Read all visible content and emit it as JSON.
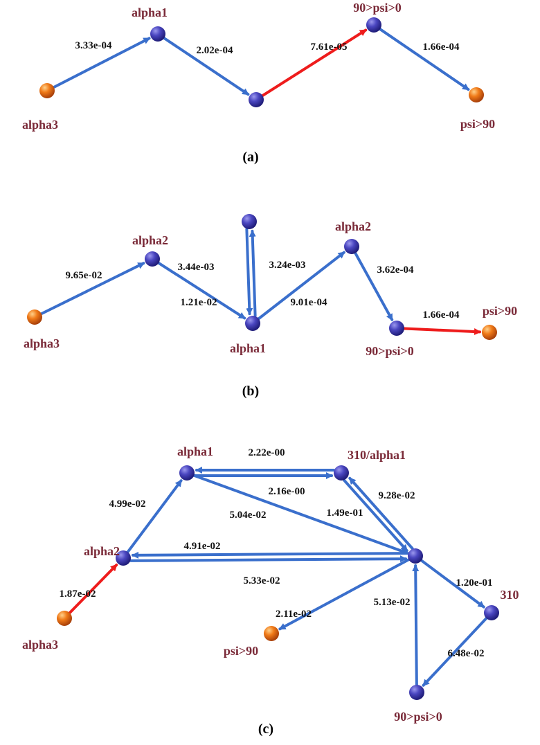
{
  "colors": {
    "edge": "#3a6fcc",
    "edge_highlight": "#ee1c1c",
    "node_blue": "#3d3aa8",
    "node_orange": "#e86a10",
    "label_text": "#7a2a38"
  },
  "panels": [
    {
      "id": "a",
      "caption": "(a)",
      "nodes": [
        {
          "id": "alpha3",
          "label": "alpha3",
          "kind": "orange"
        },
        {
          "id": "alpha1",
          "label": "alpha1",
          "kind": "blue"
        },
        {
          "id": "mid",
          "label": "",
          "kind": "blue"
        },
        {
          "id": "p90psi0",
          "label": "90>psi>0",
          "kind": "blue"
        },
        {
          "id": "psi90",
          "label": "psi>90",
          "kind": "orange"
        }
      ],
      "edges": [
        {
          "from": "alpha3",
          "to": "alpha1",
          "label": "3.33e-04",
          "highlight": false
        },
        {
          "from": "alpha1",
          "to": "mid",
          "label": "2.02e-04",
          "highlight": false
        },
        {
          "from": "mid",
          "to": "p90psi0",
          "label": "7.61e-05",
          "highlight": true
        },
        {
          "from": "p90psi0",
          "to": "psi90",
          "label": "1.66e-04",
          "highlight": false
        }
      ]
    },
    {
      "id": "b",
      "caption": "(b)",
      "nodes": [
        {
          "id": "alpha3",
          "label": "alpha3",
          "kind": "orange"
        },
        {
          "id": "alpha2a",
          "label": "alpha2",
          "kind": "blue"
        },
        {
          "id": "top",
          "label": "",
          "kind": "blue"
        },
        {
          "id": "alpha1",
          "label": "alpha1",
          "kind": "blue"
        },
        {
          "id": "alpha2b",
          "label": "alpha2",
          "kind": "blue"
        },
        {
          "id": "p90psi0",
          "label": "90>psi>0",
          "kind": "blue"
        },
        {
          "id": "psi90",
          "label": "psi>90",
          "kind": "orange"
        }
      ],
      "edges": [
        {
          "from": "alpha3",
          "to": "alpha2a",
          "label": "9.65e-02",
          "highlight": false
        },
        {
          "from": "alpha2a",
          "to": "alpha1",
          "label": "3.44e-03",
          "highlight": false
        },
        {
          "from": "alpha1",
          "to": "top",
          "label": "1.21e-02",
          "highlight": false
        },
        {
          "from": "top",
          "to": "alpha1",
          "label": "3.24e-03",
          "highlight": false
        },
        {
          "from": "alpha1",
          "to": "alpha2b",
          "label": "9.01e-04",
          "highlight": false
        },
        {
          "from": "alpha2b",
          "to": "p90psi0",
          "label": "3.62e-04",
          "highlight": false
        },
        {
          "from": "p90psi0",
          "to": "psi90",
          "label": "1.66e-04",
          "highlight": true
        }
      ]
    },
    {
      "id": "c",
      "caption": "(c)",
      "nodes": [
        {
          "id": "alpha3",
          "label": "alpha3",
          "kind": "orange"
        },
        {
          "id": "alpha2",
          "label": "alpha2",
          "kind": "blue"
        },
        {
          "id": "alpha1",
          "label": "alpha1",
          "kind": "blue"
        },
        {
          "id": "a310",
          "label": "310/alpha1",
          "kind": "blue"
        },
        {
          "id": "hub",
          "label": "",
          "kind": "blue"
        },
        {
          "id": "n310",
          "label": "310",
          "kind": "blue"
        },
        {
          "id": "p90psi0",
          "label": "90>psi>0",
          "kind": "blue"
        },
        {
          "id": "psi90",
          "label": "psi>90",
          "kind": "orange"
        }
      ],
      "edges": [
        {
          "from": "alpha3",
          "to": "alpha2",
          "label": "1.87e-02",
          "highlight": true
        },
        {
          "from": "alpha2",
          "to": "alpha1",
          "label": "4.99e-02",
          "highlight": false
        },
        {
          "from": "alpha1",
          "to": "a310",
          "label": "2.22e-00",
          "highlight": false
        },
        {
          "from": "a310",
          "to": "alpha1",
          "label": "2.16e-00",
          "highlight": false
        },
        {
          "from": "alpha1",
          "to": "hub",
          "label": "5.04e-02",
          "highlight": false
        },
        {
          "from": "a310",
          "to": "hub",
          "label": "1.49e-01",
          "highlight": false
        },
        {
          "from": "hub",
          "to": "a310",
          "label": "9.28e-02",
          "highlight": false
        },
        {
          "from": "hub",
          "to": "alpha2",
          "label": "4.91e-02",
          "highlight": false
        },
        {
          "from": "alpha2",
          "to": "hub",
          "label": "5.33e-02",
          "highlight": false
        },
        {
          "from": "hub",
          "to": "n310",
          "label": "1.20e-01",
          "highlight": false
        },
        {
          "from": "hub",
          "to": "psi90",
          "label": "2.11e-02",
          "highlight": false
        },
        {
          "from": "p90psi0",
          "to": "hub",
          "label": "5.13e-02",
          "highlight": false
        },
        {
          "from": "n310",
          "to": "p90psi0",
          "label": "6.48e-02",
          "highlight": false
        }
      ]
    }
  ]
}
